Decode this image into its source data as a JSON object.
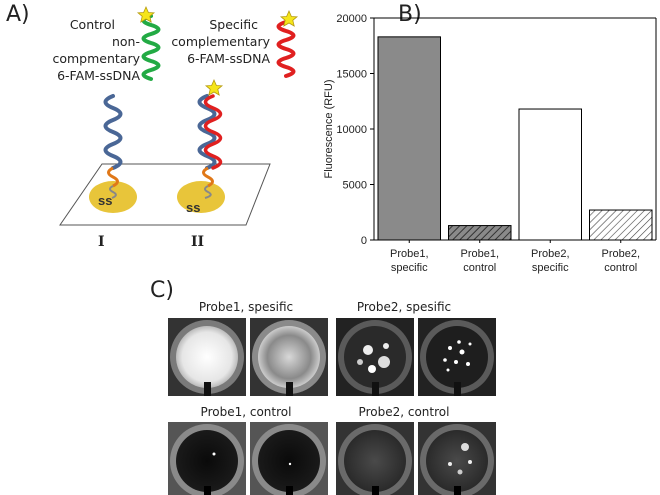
{
  "panelA": {
    "letter": "A)",
    "control_lines": [
      "Control",
      "non-compmentary",
      "6-FAM-ssDNA"
    ],
    "specific_lines": [
      "Specific",
      "complementary",
      "6-FAM-ssDNA"
    ],
    "ss_label": "ss",
    "roman_1": "I",
    "roman_2": "II",
    "colors": {
      "control_strand": "#22aa44",
      "specific_strand": "#e02020",
      "probe": "#4a6796",
      "linker": "#e07818",
      "gold": "#e8c53a",
      "star": "#f5e51a"
    }
  },
  "panelB": {
    "letter": "B)"
  },
  "panelC": {
    "letter": "C)",
    "captions": [
      "Probe1, spesific",
      "Probe2, spesific",
      "Probe1, control",
      "Probe2, control"
    ]
  },
  "chart_data": {
    "type": "bar",
    "categories": [
      "Probe1,\nspecific",
      "Probe1,\ncontrol",
      "Probe2,\nspecific",
      "Probe2,\ncontrol"
    ],
    "category_lines": [
      [
        "Probe1,",
        "specific"
      ],
      [
        "Probe1,",
        "control"
      ],
      [
        "Probe2,",
        "specific"
      ],
      [
        "Probe2,",
        "control"
      ]
    ],
    "values": [
      18300,
      1300,
      11800,
      2700
    ],
    "fills": [
      "solid-gray",
      "hatched-dark",
      "white",
      "hatched-light"
    ],
    "ylabel": "Fluorescence (RFU)",
    "xlabel": "",
    "ylim": [
      0,
      20000
    ],
    "yticks": [
      0,
      5000,
      10000,
      15000,
      20000
    ],
    "grid": false
  }
}
